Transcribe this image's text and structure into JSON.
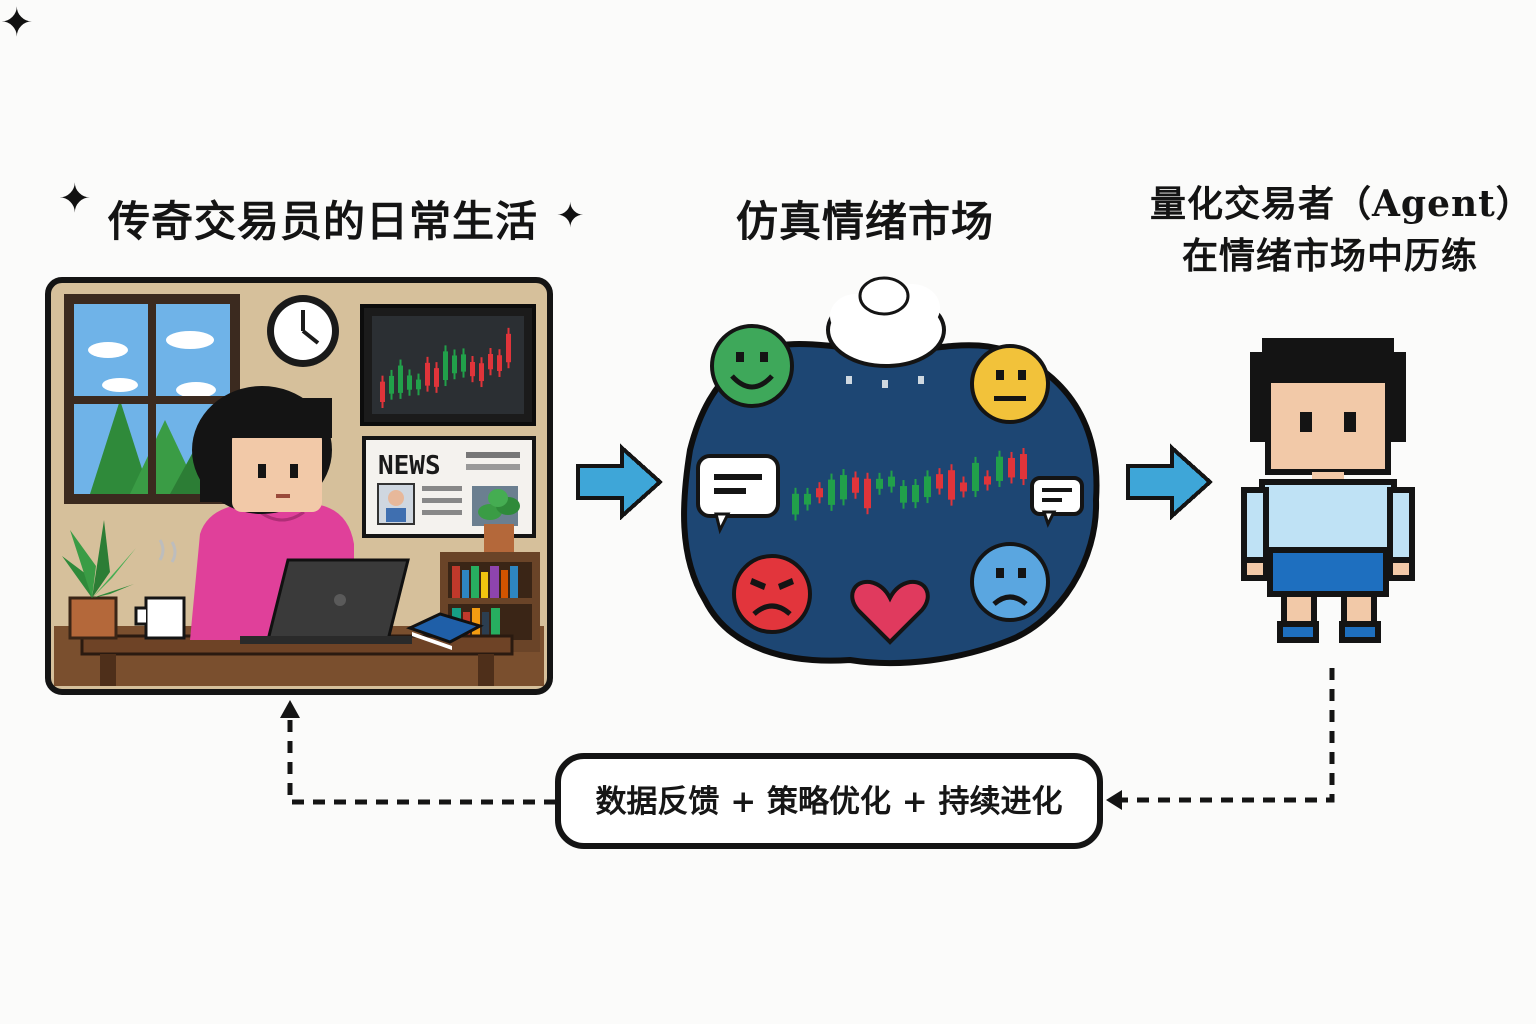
{
  "titles": {
    "left": "传奇交易员的日常生活",
    "middle": "仿真情绪市场",
    "right_line1": "量化交易者（Agent）",
    "right_line2": "在情绪市场中历练"
  },
  "decor": {
    "star": "✦",
    "news_label": "NEWS"
  },
  "feedback": {
    "label": "数据反馈 + 策略优化 + 持续进化"
  },
  "icons": [
    "sparkle-icon",
    "clock-icon",
    "plant-icon",
    "mug-icon",
    "laptop-icon",
    "book-icon",
    "arrow-right-icon",
    "cloud-icon",
    "happy-face-icon",
    "neutral-face-icon",
    "chat-bubble-icon",
    "angry-face-icon",
    "heart-icon",
    "sad-face-icon",
    "dashed-arrow-icon"
  ],
  "colors": {
    "room_wall": "#d6c09b",
    "market_bg": "#1d4673",
    "arrow_blue": "#3ea6d8",
    "candle_up": "#21a04a",
    "candle_down": "#e0343a",
    "agent_shirt": "#bfe2f5",
    "agent_shorts": "#1e6fbf",
    "shirt_pink": "#e0409a"
  }
}
